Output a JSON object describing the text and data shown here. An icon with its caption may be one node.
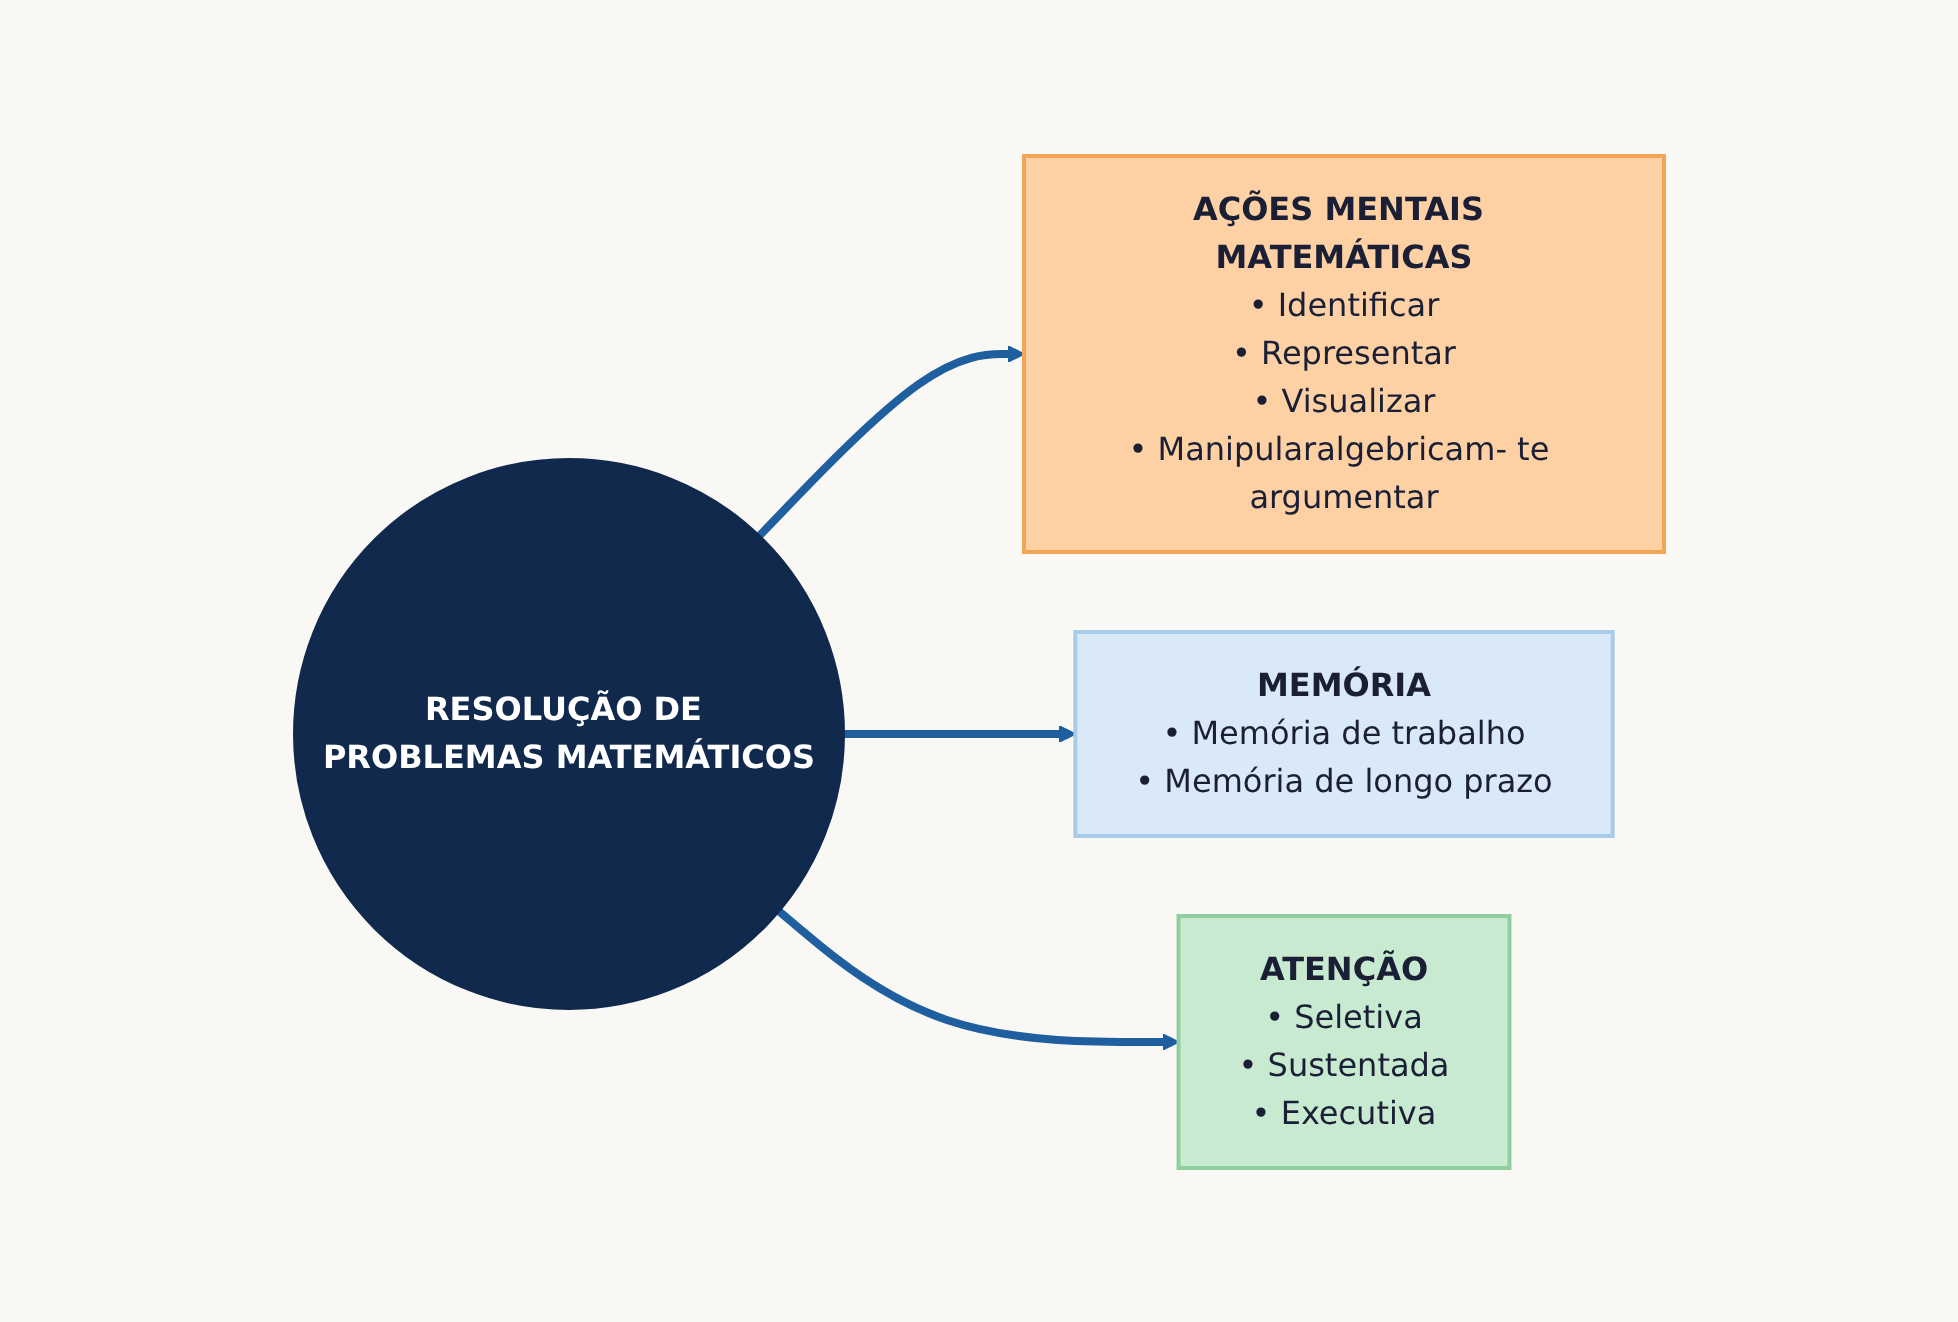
{
  "diagram": {
    "nodes": [
      {
        "text": [
          "AÇÕES MENTAIS MATEMÁTICAS",
          "• Identificar",
          "• Representar",
          "• Visualizar",
          "• Manipularalgebricam- te argumentar"
        ]
      },
      {
        "text": [
          "MEMÓRIA",
          "• Memória de trabalho",
          "• Memória de longo prazo"
        ]
      },
      {
        "text": [
          "RESOLUÇÃO DE PROBLEMAS MATEMÁTICOS"
        ]
      },
      {
        "text": [
          "ATENÇÃO",
          "• Seletiva",
          "• Sustentada",
          "• Executiva"
        ]
      }
    ],
    "edges": [
      {
        "from": 2,
        "to": 0,
        "arrow": "to"
      },
      {
        "from": 2,
        "to": 1,
        "arrow": "to"
      },
      {
        "from": 2,
        "to": 3,
        "arrow": "to"
      }
    ]
  }
}
